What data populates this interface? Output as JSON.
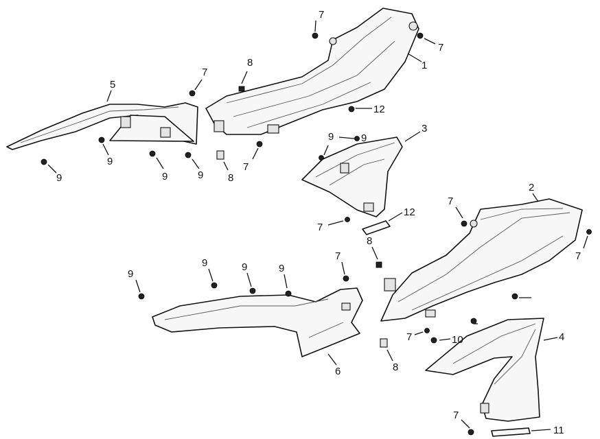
{
  "diagram": {
    "callouts": [
      "1",
      "2",
      "3",
      "4",
      "5",
      "6",
      "7",
      "7",
      "7",
      "7",
      "7",
      "7",
      "7",
      "7",
      "7",
      "7",
      "8",
      "8",
      "8",
      "8",
      "9",
      "9",
      "9",
      "9",
      "9",
      "9",
      "9",
      "9",
      "9",
      "9",
      "10",
      "11",
      "12",
      "12"
    ]
  },
  "colors": {
    "line": "#111111",
    "fill": "#f7f7f7",
    "background": "#ffffff"
  }
}
